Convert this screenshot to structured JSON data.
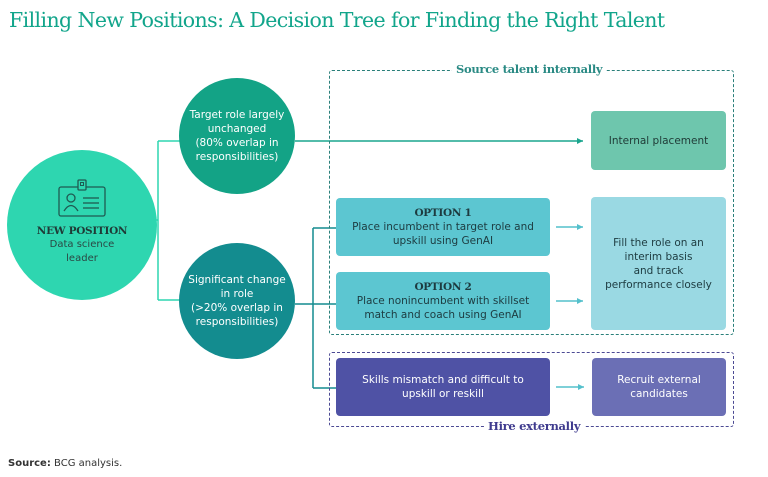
{
  "title": "Filling New Positions: A Decision Tree for Finding the Right Talent",
  "colors": {
    "title": "#12a58b",
    "new_position": "#2ed6b0",
    "unchanged": "#13a386",
    "significant": "#138c8f",
    "internal_placement": "#6ec6ad",
    "options": "#5cc6d1",
    "fill_interim": "#9ad9e3",
    "skills_mismatch": "#4f52a5",
    "recruit": "#6b6fb5",
    "connector": "#2ed6b0",
    "internal_group_border": "#2a7f7a",
    "external_group_border": "#4c4a94"
  },
  "root": {
    "icon": "id-badge-icon",
    "heading": "NEW POSITION",
    "sub_line1": "Data science",
    "sub_line2": "leader"
  },
  "branches": {
    "unchanged": {
      "line1": "Target role largely",
      "line2": "unchanged",
      "line3": "(80% overlap in",
      "line4": "responsibilities)"
    },
    "significant": {
      "line1": "Significant change",
      "line2": "in role",
      "line3": "(>20% overlap in",
      "line4": "responsibilities)"
    }
  },
  "groups": {
    "internal": "Source talent internally",
    "external": "Hire externally"
  },
  "outcomes": {
    "internal_placement": "Internal placement",
    "option1": {
      "title": "OPTION 1",
      "line1": "Place incumbent in target role and",
      "line2": "upskill using GenAI"
    },
    "option2": {
      "title": "OPTION 2",
      "line1": "Place nonincumbent with skillset",
      "line2": "match and coach using GenAI"
    },
    "fill_interim": {
      "line1": "Fill the role on an",
      "line2": "interim basis",
      "line3": "and track",
      "line4": "performance closely"
    },
    "skills_mismatch": {
      "line1": "Skills mismatch and difficult to",
      "line2": "upskill or reskill"
    },
    "recruit": {
      "line1": "Recruit external",
      "line2": "candidates"
    }
  },
  "source": {
    "label": "Source:",
    "text": " BCG analysis."
  }
}
